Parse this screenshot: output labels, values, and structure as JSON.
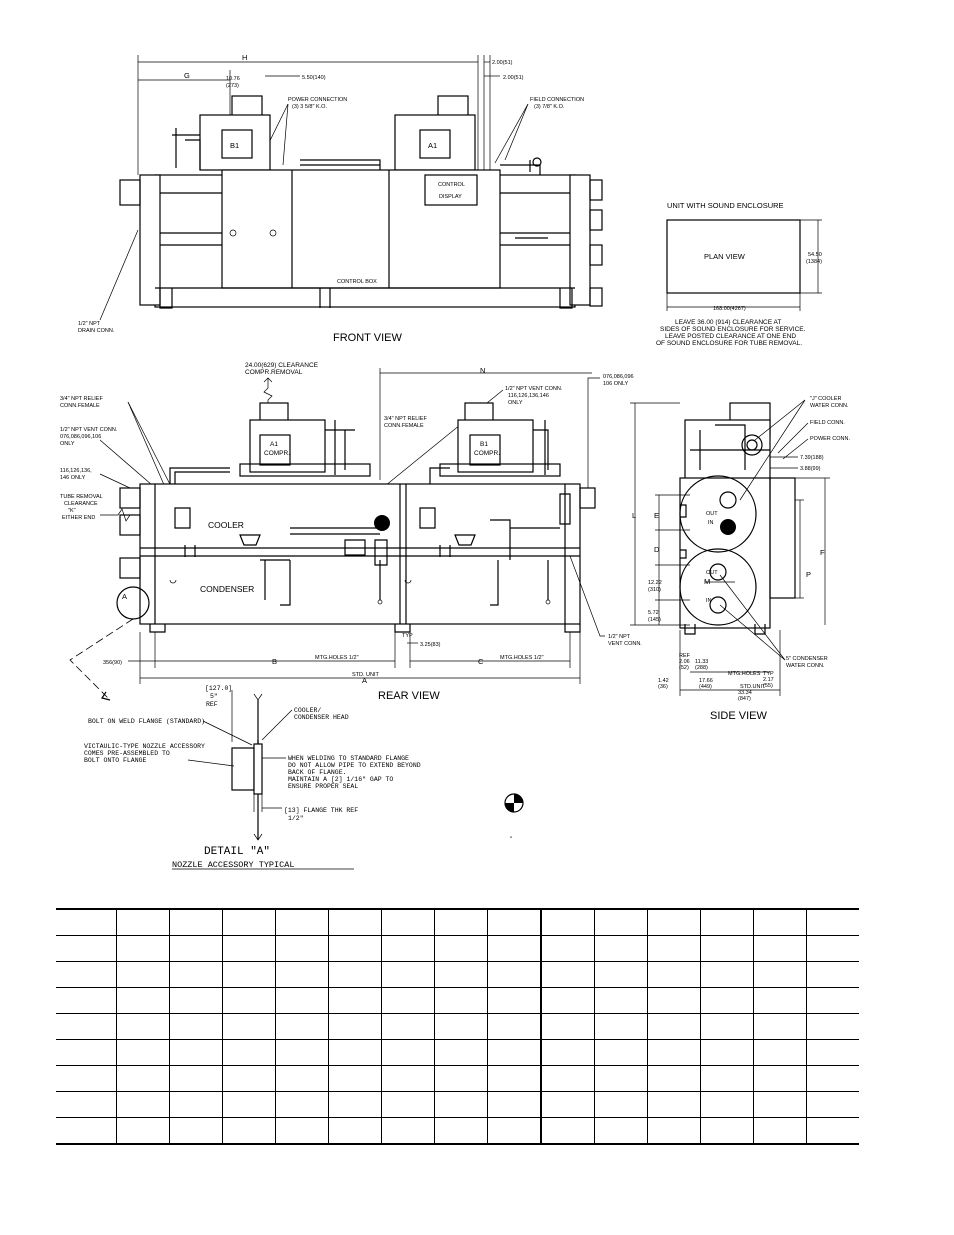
{
  "front_view": {
    "title": "FRONT VIEW",
    "dim_H": "H",
    "dim_G": "G",
    "dim_1076": "10.76",
    "dim_1076_mm": "(273)",
    "dim_550": "5.50(140)",
    "dim_200a": "2.00(51)",
    "dim_200b": "2.00(51)",
    "power_connection_1": "POWER CONNECTION",
    "power_connection_2": "(3) 3 5/8\" K.O.",
    "field_connection_1": "FIELD CONNECTION",
    "field_connection_2": "(3) 7/8\" K.O.",
    "comp_b1": "B1",
    "comp_a1": "A1",
    "control_display_1": "CONTROL",
    "control_display_2": "DISPLAY",
    "control_box": "CONTROL BOX",
    "drain_1": "1/2\" NPT",
    "drain_2": "DRAIN CONN."
  },
  "sound_enclosure": {
    "title": "UNIT WITH SOUND ENCLOSURE",
    "plan_view": "PLAN VIEW",
    "dim_side": "54.50",
    "dim_side_mm": "(1384)",
    "dim_bottom": "168.00(4267)",
    "note_1": "LEAVE 36.00 (914) CLEARANCE AT",
    "note_2": "SIDES OF SOUND ENCLOSURE FOR SERVICE.",
    "note_3": "LEAVE POSTED CLEARANCE AT ONE END",
    "note_4": "OF SOUND ENCLOSURE FOR TUBE REMOVAL."
  },
  "rear_view": {
    "title": "REAR VIEW",
    "clearance_1": "24.00(629) CLEARANCE",
    "clearance_2": "COMPR.REMOVAL",
    "dim_N": "N",
    "relief_1": "3/4\" NPT RELIEF",
    "relief_2": "CONN.FEMALE",
    "relief_mid_1": "3/4\" NPT RELIEF",
    "relief_mid_2": "CONN.FEMALE",
    "vent_left_1": "1/2\" NPT VENT CONN.",
    "vent_left_2": "076,086,096,106",
    "vent_left_3": "ONLY",
    "vent_right_1": "1/2\" NPT VENT CONN.",
    "vent_right_2": "116,126,136,146",
    "vent_right_3": "ONLY",
    "models_1": "116,126,136,",
    "models_2": "146 ONLY",
    "tube_1": "TUBE REMOVAL",
    "tube_2": "CLEARANCE",
    "tube_3": "\"K\"",
    "tube_4": "EITHER END",
    "comp_a1_1": "A1",
    "comp_a1_2": "COMPR.",
    "comp_b1_1": "B1",
    "comp_b1_2": "COMPR.",
    "cooler": "COOLER",
    "condenser": "CONDENSER",
    "typ": "TYP",
    "dim_325": "3.25(83)",
    "dim_356": "356(90)",
    "dim_B": "B",
    "dim_C": "C",
    "dim_A": "A",
    "mtg_holes_1": "MTG.HOLES 1/2\"",
    "mtg_holes_2": "MTG.HOLES 1/2\"",
    "std_unit": "STD. UNIT",
    "vent_conn_1": "1/2\" NPT",
    "vent_conn_2": "VENT CONN.",
    "models_top_1": "076,086,096",
    "models_top_2": "106 ONLY"
  },
  "side_view": {
    "title": "SIDE VIEW",
    "j_cooler_1": "\"J\" COOLER",
    "j_cooler_2": "WATER CONN.",
    "field_conn": "FIELD CONN.",
    "power_conn": "POWER CONN.",
    "dim_739": "7.39(188)",
    "dim_388": "3.88(99)",
    "dim_L": "L",
    "dim_E": "E",
    "dim_D": "D",
    "dim_F": "F",
    "dim_P": "P",
    "dim_M": "M",
    "dim_1222": "12.22",
    "dim_1222_mm": "(310)",
    "dim_572": "5.72",
    "dim_572_mm": "(145)",
    "out_1": "OUT",
    "in_1": "IN",
    "out_2": "OUT",
    "in_2": "IN",
    "condenser_water_1": "5\" CONDENSER",
    "condenser_water_2": "WATER CONN.",
    "ref": "REF",
    "dim_206": "2.06",
    "dim_206_mm": "(52)",
    "dim_1133": "11.33",
    "dim_1133_mm": "(288)",
    "dim_142": "1.42",
    "dim_142_mm": "(36)",
    "dim_1766": "17.66",
    "dim_1766_mm": "(449)",
    "mtg_holes": "MTG.HOLES",
    "typ": "TYP",
    "dim_217": "2.17",
    "dim_217_mm": "(55)",
    "dim_3334": "33.34",
    "dim_3334_mm": "(847)",
    "std_unit": "STD.UNIT"
  },
  "detail": {
    "ref_1": "[127.0]",
    "ref_2": "5\"",
    "ref_3": "REF",
    "flange": "BOLT ON WELD FLANGE (STANDARD)",
    "head_1": "COOLER/",
    "head_2": "CONDENSER HEAD",
    "victaulic_1": "VICTAULIC-TYPE NOZZLE ACCESSORY",
    "victaulic_2": "COMES PRE-ASSEMBLED TO",
    "victaulic_3": "BOLT ONTO FLANGE",
    "welding_1": "WHEN WELDING TO STANDARD FLANGE",
    "welding_2": "DO NOT ALLOW PIPE TO EXTEND BEYOND",
    "welding_3": "BACK OF FLANGE.",
    "welding_4": "MAINTAIN A [2] 1/16\" GAP TO",
    "welding_5": "ENSURE PROPER SEAL",
    "flange_thk_1": "[13] FLANGE THK REF",
    "flange_thk_2": "1/2\"",
    "title": "DETAIL \"A\"",
    "subtitle": "NOZZLE ACCESSORY TYPICAL",
    "detail_callout": "A",
    "tick": "\""
  },
  "table": {
    "rows": 9,
    "cols": 15
  }
}
